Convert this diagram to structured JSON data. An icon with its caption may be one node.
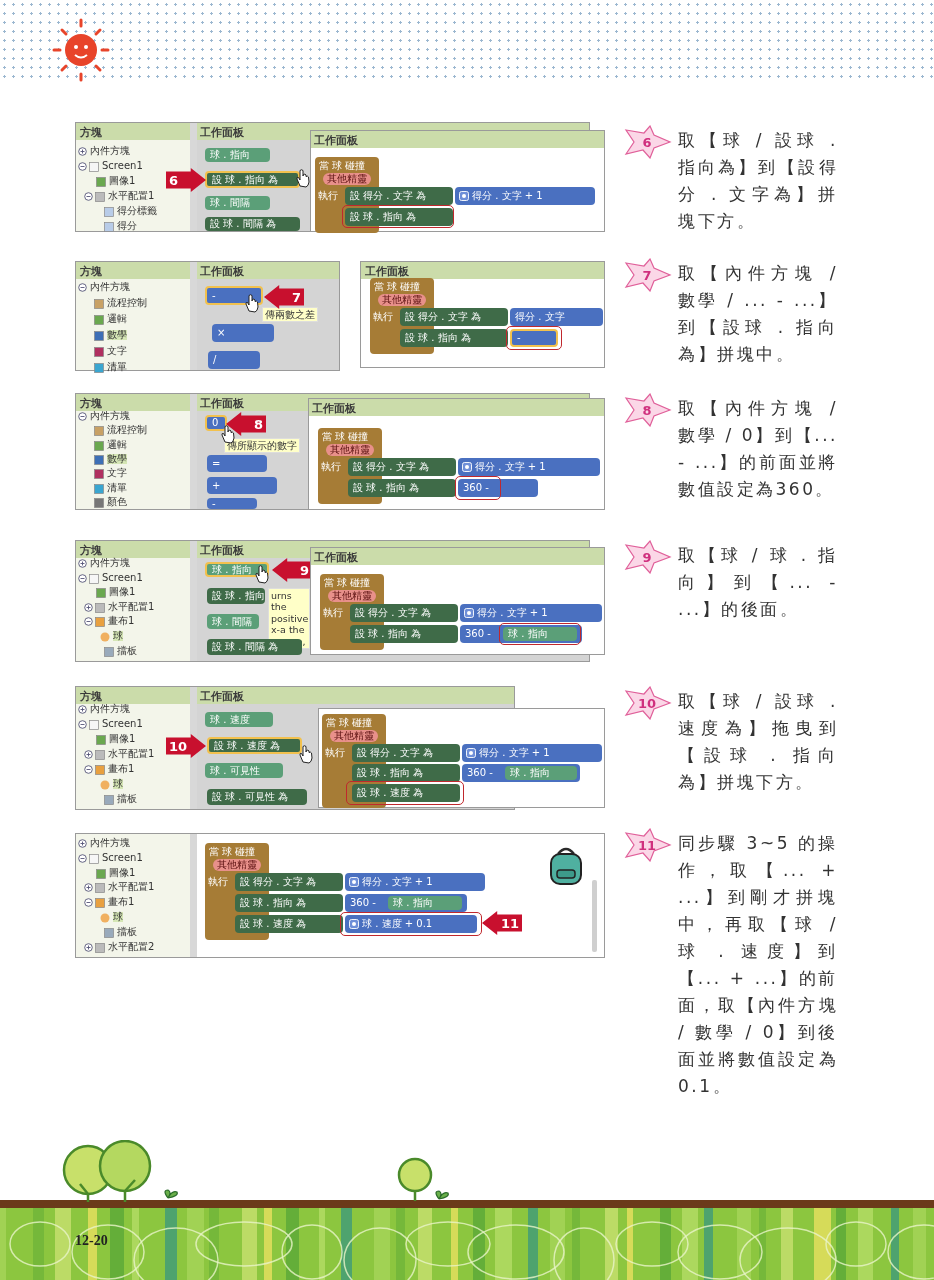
{
  "diagram": {
    "nodes": [
      {
        "text": [
          "6"
        ],
        "beside": [
          "取【球 / 設球 . 指向為】到【設得分 . 文字為】拼塊下方。"
        ]
      },
      {
        "text": [
          "7"
        ],
        "beside": [
          "取【內件方塊 / 數學 / ... - ...】到【設球 . 指向為】拼塊中。"
        ]
      },
      {
        "text": [
          "8"
        ],
        "beside": [
          "取【內件方塊 / 數學 / 0】到【... - ...】的前面並將數值設定為360。"
        ]
      },
      {
        "text": [
          "9"
        ],
        "beside": [
          "取【球 / 球 . 指向】到【... - ...】的後面。"
        ]
      },
      {
        "text": [
          "10"
        ],
        "beside": [
          "取【球 / 設球 . 速度為】拖曳到【設球 . 指向為】拼塊下方。"
        ]
      },
      {
        "text": [
          "11"
        ],
        "beside": [
          "同步驟 3~5 的操作，取【... + ...】到剛才拼塊中，再取【球 / 球 . 速度】到【... + ...】的前面，取【內件方塊 / 數學 / 0】到後面並將數值設定為 0.1。"
        ]
      }
    ],
    "labels": [
      "方塊",
      "工作面板",
      "內件方塊",
      "Screen1",
      "圖像1",
      "水平配置1",
      "得分標籤",
      "得分",
      "球 . 指向",
      "設 球 . 指向 為",
      "球 . 間隔",
      "設 球 . 間隔 為",
      "工作面板",
      "當 球 碰撞",
      "其他精靈",
      "執行",
      "設 得分 . 文字 為",
      "得分 . 文字 + 1",
      "設 球 . 指向 為",
      "6",
      "方塊",
      "工作面板",
      "內件方塊",
      "流程控制",
      "邏輯",
      "數學",
      "文字",
      "清單",
      "-",
      "傳兩數之差",
      "×",
      "/",
      "7",
      "工作面板",
      "當 球 碰撞",
      "其他精靈",
      "執行",
      "設 得分 . 文字 為",
      "得分 . 文字",
      "設 球 . 指向 為",
      "-",
      "方塊",
      "工作面板",
      "內件方塊",
      "流程控制",
      "邏輯",
      "數學",
      "文字",
      "清單",
      "顏色",
      "0",
      "傳所顯示的數字",
      "=",
      "+",
      "-",
      "8",
      "工作面板",
      "當 球 碰撞",
      "其他精靈",
      "執行",
      "設 得分 . 文字 為",
      "得分 . 文字 + 1",
      "設 球 . 指向 為",
      "360 -",
      "方塊",
      "工作面板",
      "內件方塊",
      "Screen1",
      "圖像1",
      "水平配置1",
      "畫布1",
      "球",
      "擋板",
      "球 . 指向",
      "設 球 . 指向",
      "urns the positive x-a the screen,",
      "球 . 間隔",
      "設 球 . 間隔 為",
      "9",
      "工作面板",
      "當 球 碰撞",
      "其他精靈",
      "執行",
      "設 得分 . 文字 為",
      "得分 . 文字 + 1",
      "設 球 . 指向 為",
      "360 -",
      "球 . 指向",
      "方塊",
      "工作面板",
      "內件方塊",
      "Screen1",
      "圖像1",
      "水平配置1",
      "畫布1",
      "球",
      "擋板",
      "球 . 速度",
      "設 球 . 速度 為",
      "球 . 可見性",
      "設 球 . 可見性 為",
      "10",
      "當 球 碰撞",
      "其他精靈",
      "執行",
      "設 得分 . 文字 為",
      "得分 . 文字 + 1",
      "設 球 . 指向 為",
      "360 -",
      "球 . 指向",
      "設 球 . 速度 為",
      "內件方塊",
      "Screen1",
      "圖像1",
      "水平配置1",
      "畫布1",
      "球",
      "擋板",
      "水平配置2",
      "當 球 碰撞",
      "其他精靈",
      "執行",
      "設 得分 . 文字 為",
      "得分 . 文字 + 1",
      "設 球 . 指向 為",
      "360 -",
      "球 . 指向",
      "設 球 . 速度 為",
      "球 . 速度 + 0.1",
      "11",
      "12-20"
    ]
  }
}
